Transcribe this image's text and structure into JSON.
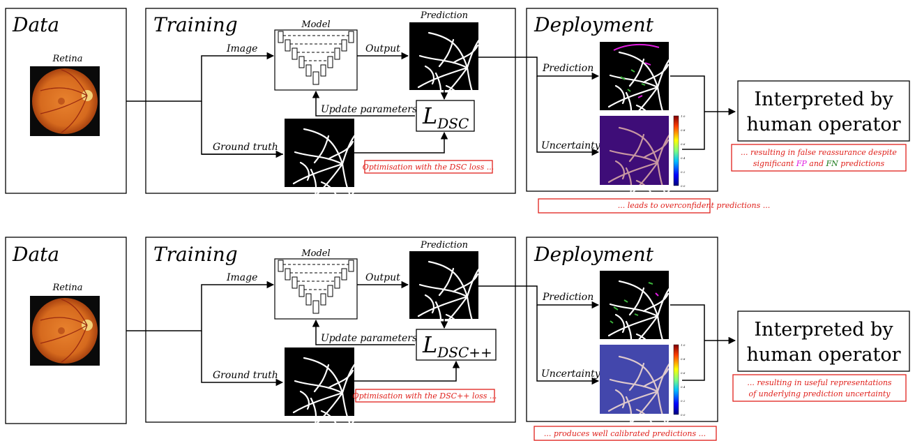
{
  "colors": {
    "warning_red": "#e0201b",
    "false_positive": "#e01be0",
    "false_negative": "#1a7a1a"
  },
  "panels": [
    {
      "data_title": "Data",
      "retina_label": "Retina",
      "training_title": "Training",
      "model_label": "Model",
      "prediction_label": "Prediction",
      "image_label": "Image",
      "output_label": "Output",
      "update_label": "Update parameters",
      "ground_truth_label": "Ground truth",
      "loss_main": "L",
      "loss_sub": "DSC",
      "optimisation_note": "Optimisation with the DSC loss ...",
      "deployment_title": "Deployment",
      "dep_prediction_label": "Prediction",
      "dep_uncertainty_label": "Uncertainty",
      "deployment_note": "... leads to overconfident predictions ...",
      "interpreted_line1": "Interpreted by",
      "interpreted_line2": "human operator",
      "result_line1": "... resulting in false reassurance despite",
      "result_line2_pre": "significant ",
      "result_fp": "FP",
      "result_and": " and ",
      "result_fn": "FN",
      "result_line2_post": " predictions",
      "colorbar_ticks": [
        "1.0",
        "0.8",
        "0.6",
        "0.4",
        "0.2",
        "0.0"
      ]
    },
    {
      "data_title": "Data",
      "retina_label": "Retina",
      "training_title": "Training",
      "model_label": "Model",
      "prediction_label": "Prediction",
      "image_label": "Image",
      "output_label": "Output",
      "update_label": "Update parameters",
      "ground_truth_label": "Ground truth",
      "loss_main": "L",
      "loss_sub": "DSC++",
      "optimisation_note": "Optimisation with the DSC++ loss ...",
      "deployment_title": "Deployment",
      "dep_prediction_label": "Prediction",
      "dep_uncertainty_label": "Uncertainty",
      "deployment_note": "... produces well calibrated predictions ...",
      "interpreted_line1": "Interpreted by",
      "interpreted_line2": "human operator",
      "result_line1": "... resulting in useful representations",
      "result_line2": "of underlying prediction uncertainty",
      "colorbar_ticks": [
        "1.0",
        "0.8",
        "0.6",
        "0.4",
        "0.2",
        "0.0"
      ]
    }
  ]
}
